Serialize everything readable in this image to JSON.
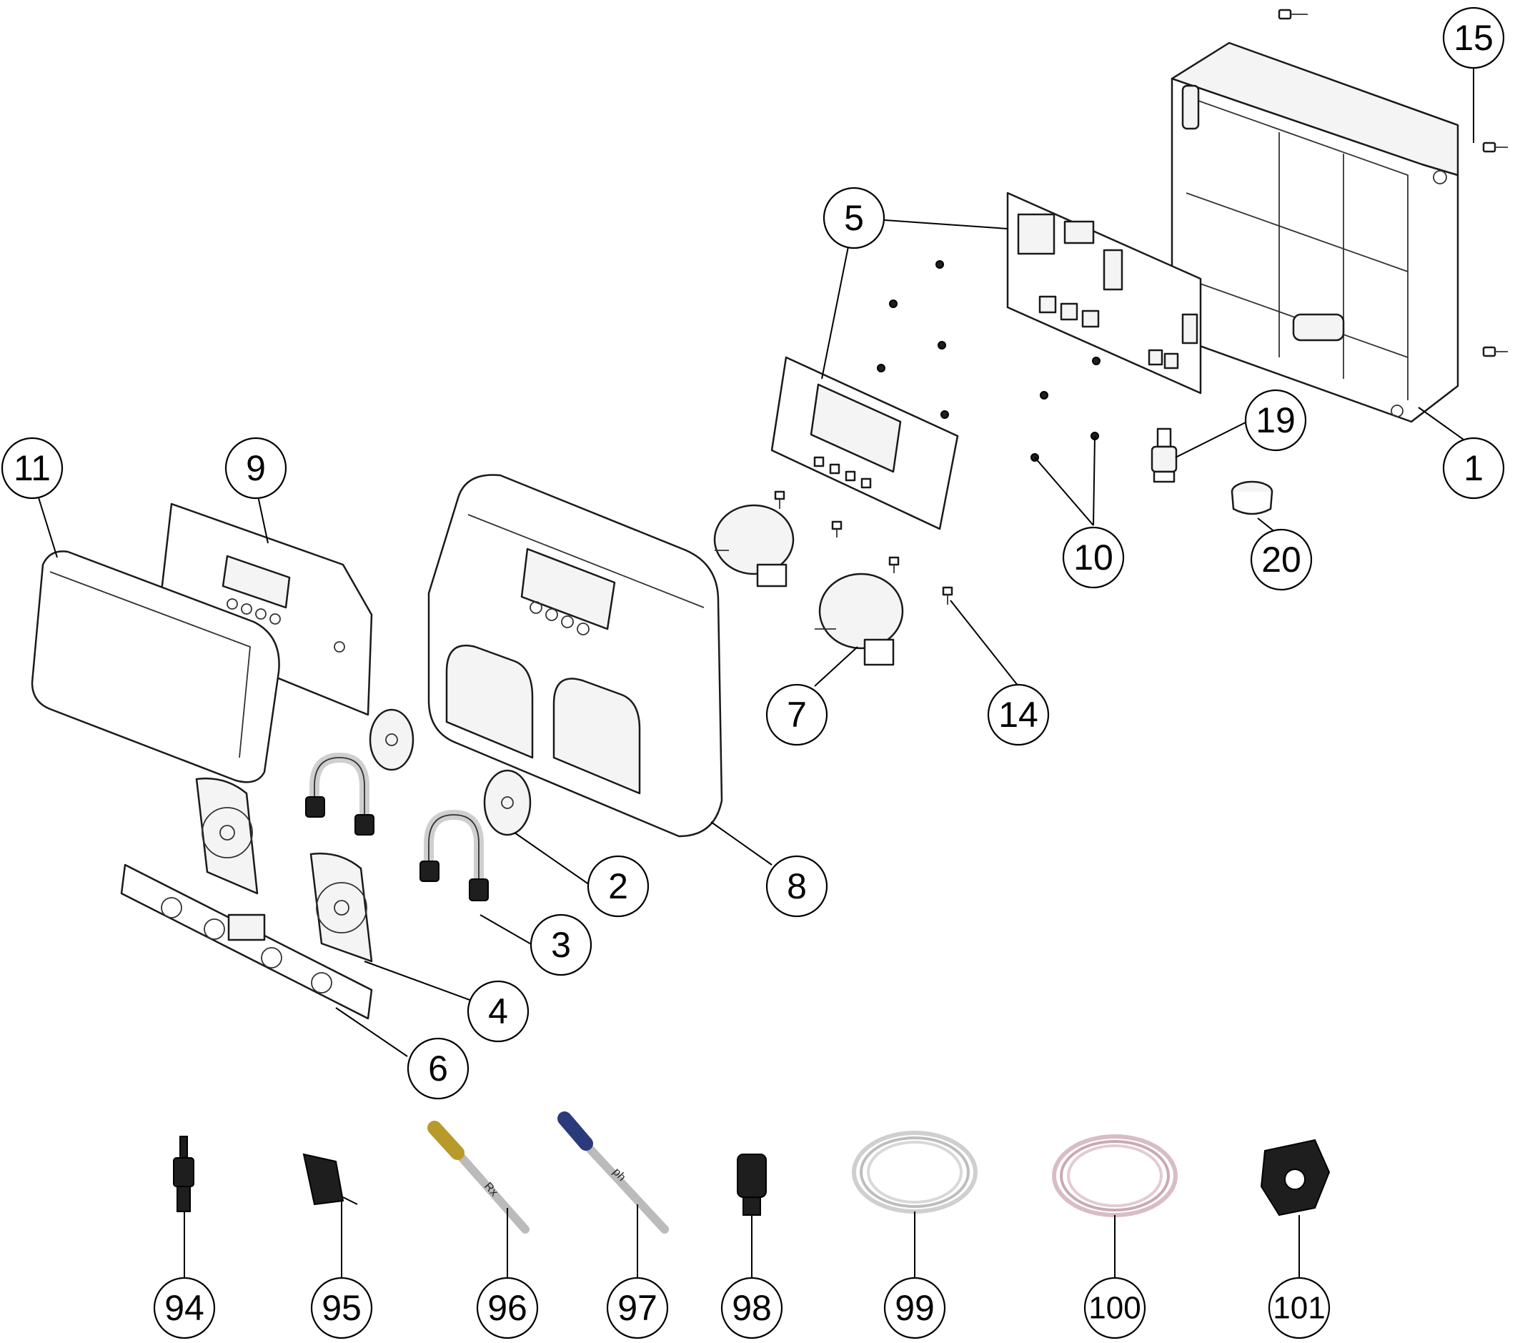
{
  "callouts": [
    {
      "label": "1"
    },
    {
      "label": "2"
    },
    {
      "label": "3"
    },
    {
      "label": "4"
    },
    {
      "label": "5"
    },
    {
      "label": "6"
    },
    {
      "label": "7"
    },
    {
      "label": "8"
    },
    {
      "label": "9"
    },
    {
      "label": "10"
    },
    {
      "label": "11"
    },
    {
      "label": "14"
    },
    {
      "label": "15"
    },
    {
      "label": "19"
    },
    {
      "label": "20"
    },
    {
      "label": "94"
    },
    {
      "label": "95"
    },
    {
      "label": "96"
    },
    {
      "label": "97"
    },
    {
      "label": "98"
    },
    {
      "label": "99"
    },
    {
      "label": "100"
    },
    {
      "label": "101"
    }
  ],
  "probe_labels": {
    "rx": "Rx",
    "ph": "ph"
  },
  "colors": {
    "line": "#000000",
    "probe_rx_cap": "#b79a2a",
    "probe_ph_cap": "#2a3a7a",
    "tube_pink": "#d9bcc6"
  }
}
